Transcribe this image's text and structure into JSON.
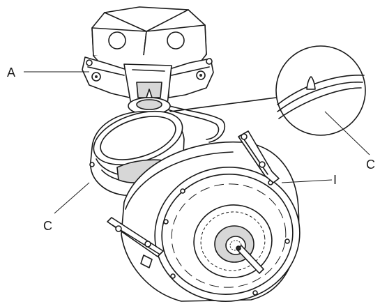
{
  "callouts": {
    "a": "A",
    "c_right": "C",
    "c_left": "C",
    "i": "I"
  }
}
